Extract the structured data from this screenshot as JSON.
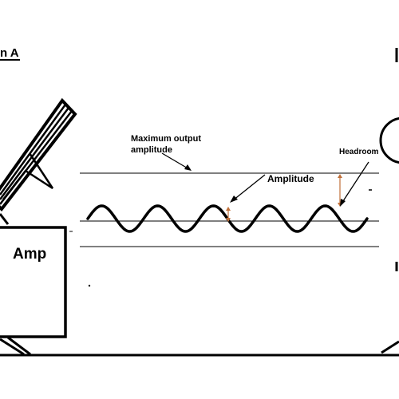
{
  "diagram": {
    "section_title": "n A",
    "amp_label": "Amp",
    "labels": {
      "max_output_line1": "Maximum output",
      "max_output_line2": "amplitude",
      "amplitude": "Amplitude",
      "headroom": "Headroom"
    },
    "colors": {
      "ink": "#000000",
      "measure_marker": "#c0703a"
    }
  }
}
